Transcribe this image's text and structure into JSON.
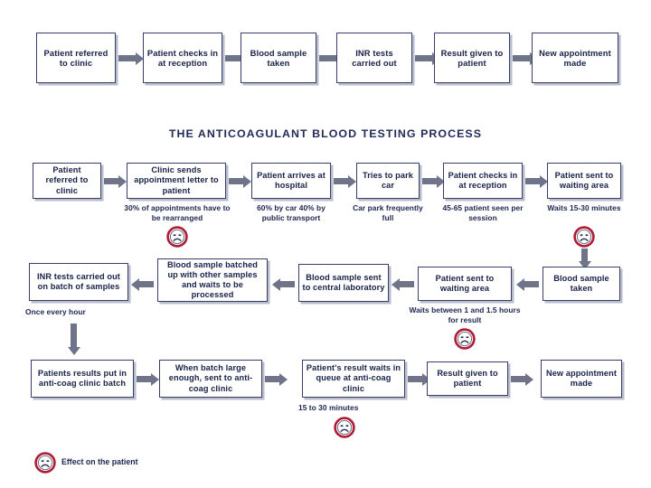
{
  "title": "THE ANTICOAGULANT BLOOD TESTING PROCESS",
  "colors": {
    "box_border": "#37406b",
    "box_shadow": "#b9bdcb",
    "text": "#18214a",
    "arrow": "#6f7488",
    "sad_face_ring": "#b01c38",
    "background": "#ffffff"
  },
  "top_process": {
    "name": "simple-process-strip",
    "steps": [
      {
        "label": "Patient referred to clinic"
      },
      {
        "label": "Patient checks in at reception"
      },
      {
        "label": "Blood sample taken"
      },
      {
        "label": "INR tests carried out"
      },
      {
        "label": "Result given to patient"
      },
      {
        "label": "New appointment made"
      }
    ]
  },
  "detailed_process": {
    "row1": {
      "direction": "left-to-right",
      "steps": [
        {
          "label": "Patient referred to clinic",
          "annotation": ""
        },
        {
          "label": "Clinic sends appointment letter to patient",
          "annotation": "30% of appointments have to be rearranged",
          "sad_face": true
        },
        {
          "label": "Patient arrives at hospital",
          "annotation": "60% by car 40% by public transport"
        },
        {
          "label": "Tries to park car",
          "annotation": "Car park frequently full"
        },
        {
          "label": "Patient checks in at reception",
          "annotation": "45-65 patient seen per session"
        },
        {
          "label": "Patient sent to waiting area",
          "annotation": "Waits 15-30 minutes",
          "sad_face": true
        }
      ]
    },
    "row2": {
      "direction": "right-to-left",
      "steps": [
        {
          "label": "Blood sample taken",
          "annotation": ""
        },
        {
          "label": "Patient sent to waiting area",
          "annotation": "Waits between 1 and 1.5 hours for result",
          "sad_face": true
        },
        {
          "label": "Blood sample sent to central laboratory",
          "annotation": ""
        },
        {
          "label": "Blood sample batched up with other samples and waits to be processed",
          "annotation": ""
        },
        {
          "label": "INR tests carried out on batch of samples",
          "annotation": "Once every hour"
        }
      ]
    },
    "row3": {
      "direction": "left-to-right",
      "steps": [
        {
          "label": "Patients results put in anti-coag clinic batch",
          "annotation": ""
        },
        {
          "label": "When batch large enough, sent to anti-coag clinic",
          "annotation": ""
        },
        {
          "label": "Patient's result waits in queue at anti-coag clinic",
          "annotation": "15 to 30 minutes",
          "sad_face": true
        },
        {
          "label": "Result given to patient",
          "annotation": ""
        },
        {
          "label": "New appointment made",
          "annotation": ""
        }
      ]
    }
  },
  "legend": {
    "icon": "sad-face-icon",
    "label": "Effect on the patient"
  }
}
